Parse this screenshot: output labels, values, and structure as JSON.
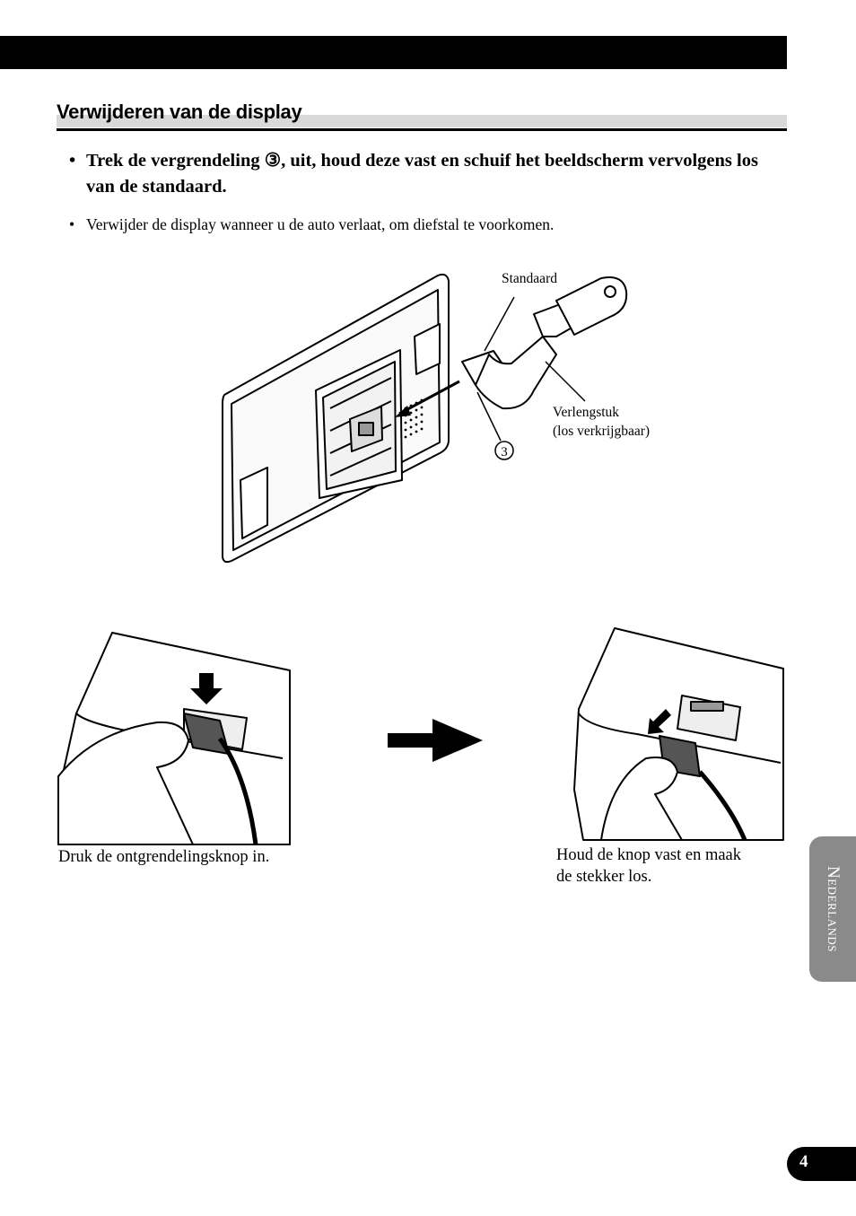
{
  "section": {
    "title": "Verwijderen van de display",
    "step_bullet": "•",
    "step_text": "Trek de vergrendeling ③, uit, houd deze vast en schuif het beeldscherm vervolgens los van de standaard.",
    "note_bullet": "•",
    "note_text": "Verwijder de display wanneer u de auto verlaat, om diefstal te voorkomen."
  },
  "figure_main": {
    "label_standaard": "Standaard",
    "label_verlengstuk_1": "Verlengstuk",
    "label_verlengstuk_2": "(los verkrijgbaar)",
    "callout_number": "3"
  },
  "figure_steps": {
    "left_caption": "Druk de ontgrendelingsknop in.",
    "right_caption_1": "Houd de knop vast en maak",
    "right_caption_2": "de stekker los."
  },
  "side_tab": {
    "label": "Nederlands"
  },
  "page": {
    "number": "4"
  }
}
